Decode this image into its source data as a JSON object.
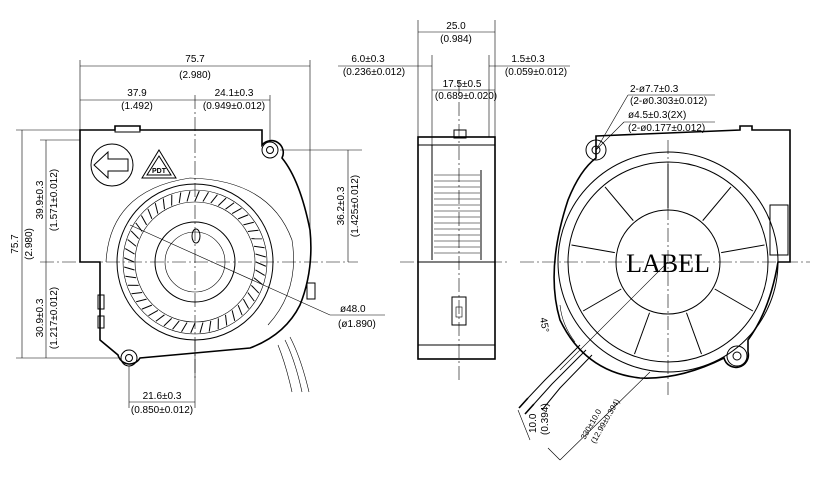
{
  "front_view": {
    "overall_width": "75.7",
    "overall_width_in": "(2.980)",
    "half_width": "37.9",
    "half_width_in": "(1.492)",
    "hole_offset": "24.1±0.3",
    "hole_offset_in": "(0.949±0.012)",
    "overall_height": "75.7",
    "overall_height_in": "(2.980)",
    "upper_height": "39.9±0.3",
    "upper_height_in": "(1.571±0.012)",
    "lower_height": "30.9±0.3",
    "lower_height_in": "(1.217±0.012)",
    "right_height": "36.2±0.3",
    "right_height_in": "(1.425±0.012)",
    "bottom_hole": "21.6±0.3",
    "bottom_hole_in": "(0.850±0.012)",
    "impeller_dia": "ø48.0",
    "impeller_dia_in": "(ø1.890)",
    "logo_text": "PDT"
  },
  "side_view": {
    "thickness": "25.0",
    "thickness_in": "(0.984)",
    "left_offset": "6.0±0.3",
    "left_offset_in": "(0.236±0.012)",
    "right_offset": "1.5±0.3",
    "right_offset_in": "(0.059±0.012)",
    "center_offset": "17.5±0.5",
    "center_offset_in": "(0.689±0.020)"
  },
  "rear_view": {
    "hole_outer": "2-ø7.7±0.3",
    "hole_outer_in": "(2-ø0.303±0.012)",
    "hole_inner": "ø4.5±0.3(2X)",
    "hole_inner_in": "(2-ø0.177±0.012)",
    "label_text": "LABEL",
    "angle": "45°",
    "wire_spacing": "10.0",
    "wire_spacing_in": "(0.394)",
    "wire_length": "330±10.0",
    "wire_length_in": "(12.99±0.394)"
  }
}
